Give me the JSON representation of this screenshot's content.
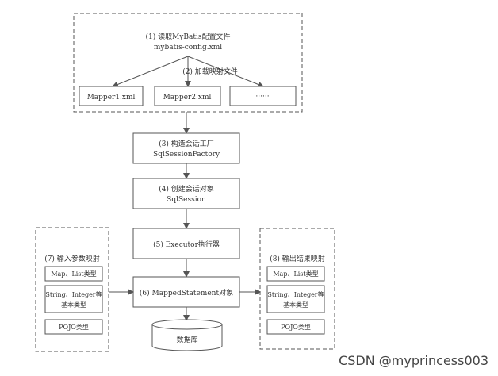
{
  "diagram": {
    "step1": {
      "line1": "(1) 读取MyBatis配置文件",
      "line2": "mybatis-config.xml"
    },
    "step2": {
      "label": "(2) 加载映射文件"
    },
    "mappers": [
      "Mapper1.xml",
      "Mapper2.xml",
      "······"
    ],
    "step3": {
      "line1": "(3) 构造会话工厂",
      "line2": "SqlSessionFactory"
    },
    "step4": {
      "line1": "(4) 创建会话对象",
      "line2": "SqlSession"
    },
    "step5": {
      "label": "(5) Executor执行器"
    },
    "step6": {
      "label": "(6) MappedStatement对象"
    },
    "database": {
      "label": "数据库"
    },
    "step7": {
      "title": "(7) 输入参数映射",
      "item1": "Map、List类型",
      "item2_line1": "String、Integer等",
      "item2_line2": "基本类型",
      "item3": "POJO类型"
    },
    "step8": {
      "title": "(8) 输出结果映射",
      "item1": "Map、List类型",
      "item2_line1": "String、Integer等",
      "item2_line2": "基本类型",
      "item3": "POJO类型"
    }
  },
  "watermark": "CSDN @myprincess003"
}
